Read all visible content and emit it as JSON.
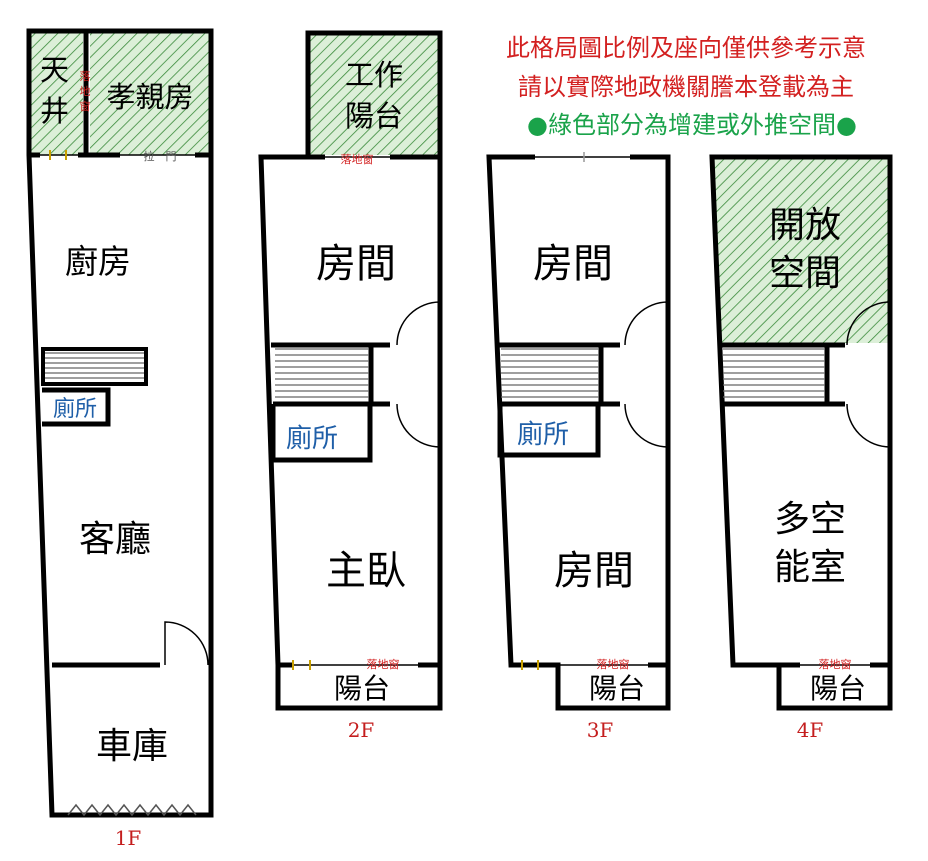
{
  "colors": {
    "wall": "#000000",
    "hatch": "#3a8a3a",
    "hatch_bg": "#dcefd8",
    "note_red": "#d32020",
    "note_green": "#1aa34a",
    "wc_blue": "#1f5fa8",
    "floor_label": "#c41e1e"
  },
  "notes": {
    "line1": "此格局圖比例及座向僅供參考示意",
    "line2": "請以實際地政機關謄本登載為主",
    "line3": "●綠色部分為增建或外推空間●"
  },
  "floors": {
    "f1": {
      "label": "1F",
      "rooms": {
        "tianjing_1": "天",
        "tianjing_2": "井",
        "xiaoqin": "孝親房",
        "kitchen": "廚房",
        "wc": "廁所",
        "living": "客廳",
        "garage": "車庫"
      },
      "small": {
        "window_1": "落",
        "window_2": "地",
        "window_3": "窗",
        "slide_door": "拉　門"
      }
    },
    "f2": {
      "label": "2F",
      "rooms": {
        "work_1": "工作",
        "work_2": "陽台",
        "room": "房間",
        "wc": "廁所",
        "master": "主臥",
        "balcony": "陽台"
      },
      "small": {
        "window_top": "落地窗",
        "window_bottom": "落地窗"
      }
    },
    "f3": {
      "label": "3F",
      "rooms": {
        "room_top": "房間",
        "wc": "廁所",
        "room_bottom": "房間",
        "balcony": "陽台"
      },
      "small": {
        "window_bottom": "落地窗"
      }
    },
    "f4": {
      "label": "4F",
      "rooms": {
        "open_1": "開放",
        "open_2": "空間",
        "multi_1": "多空",
        "multi_2": "能室",
        "balcony": "陽台"
      },
      "small": {
        "window_bottom": "落地窗"
      }
    }
  }
}
